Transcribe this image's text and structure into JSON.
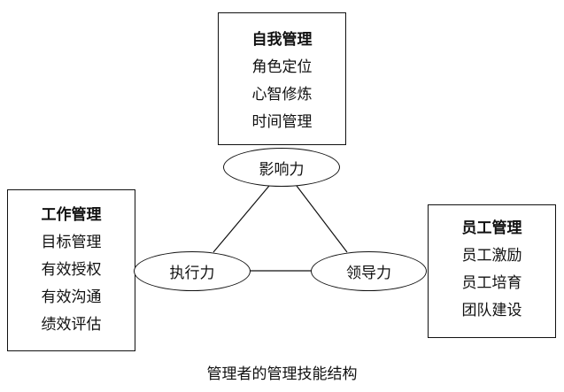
{
  "boxes": {
    "self": {
      "title": "自我管理",
      "items": [
        "角色定位",
        "心智修炼",
        "时间管理"
      ]
    },
    "work": {
      "title": "工作管理",
      "items": [
        "目标管理",
        "有效授权",
        "有效沟通",
        "绩效评估"
      ]
    },
    "staff": {
      "title": "员工管理",
      "items": [
        "员工激励",
        "员工培育",
        "团队建设"
      ]
    }
  },
  "ellipses": {
    "influence": "影响力",
    "execution": "执行力",
    "leadership": "领导力"
  },
  "caption": "管理者的管理技能结构",
  "colors": {
    "line": "#111111",
    "background": "#ffffff"
  }
}
